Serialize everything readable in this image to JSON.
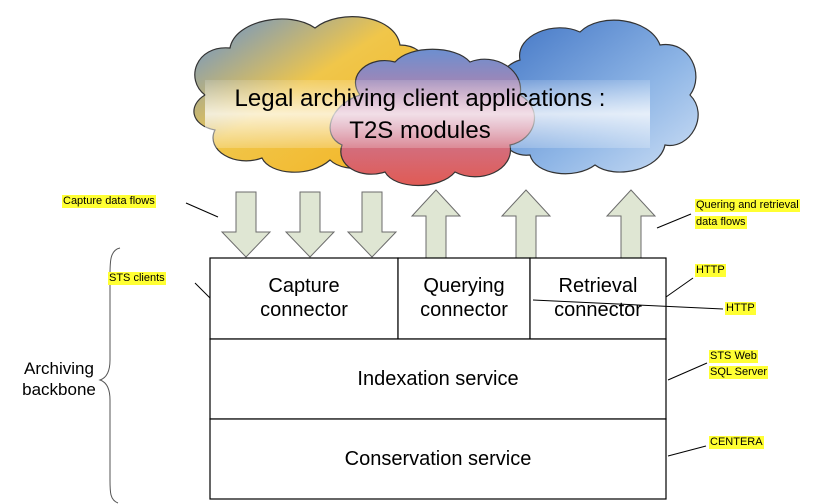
{
  "cloud": {
    "title_line1": "Legal archiving client applications :",
    "title_line2": "T2S modules"
  },
  "connectors": {
    "capture": [
      "Capture",
      "connector"
    ],
    "querying": [
      "Querying",
      "connector"
    ],
    "retrieval": [
      "Retrieval",
      "connector"
    ]
  },
  "services": {
    "indexation": "Indexation service",
    "conservation": "Conservation service"
  },
  "backbone": [
    "Archiving",
    "backbone"
  ],
  "annotations": {
    "capture_flows": "Capture data flows",
    "query_flows_line1": "Quering and retrieval",
    "query_flows_line2": "data flows",
    "sts_clients": "STS clients",
    "http_top": "HTTP",
    "http_mid": "HTTP",
    "sts_web_line1": "STS Web",
    "sts_web_line2": "SQL Server",
    "centera": "CENTERA"
  },
  "colors": {
    "highlight": "#ffff33",
    "arrow_fill": "#dfe6d3",
    "arrow_stroke": "#6b6b6b",
    "cloud_yellow": "#f2c12e",
    "cloud_blue": "#6f9bd8",
    "cloud_pink": "#d9747a",
    "cloud_lightblue": "#a9c8ec"
  }
}
